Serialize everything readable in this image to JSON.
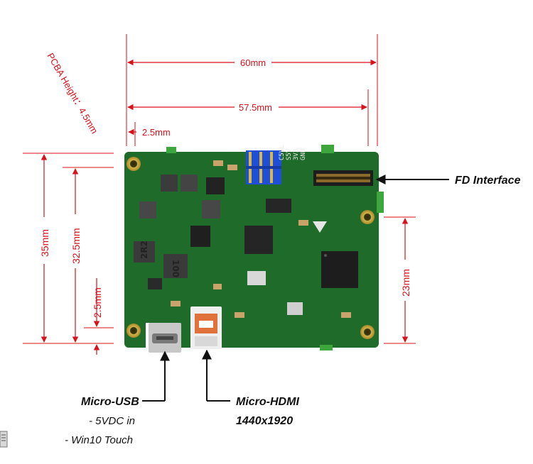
{
  "dimensions": {
    "pcba_height": "PCBA Height：4.5mm",
    "width_total": "60mm",
    "width_inner": "57.5mm",
    "edge_offset_top": "2.5mm",
    "height_total": "35mm",
    "height_inner": "32.5mm",
    "edge_offset_left": "2.5mm",
    "height_right": "23mm"
  },
  "callouts": {
    "fd_interface": "FD Interface",
    "micro_usb": {
      "title": "Micro-USB",
      "lines": [
        "- 5VDC in",
        "- Win10 Touch"
      ]
    },
    "micro_hdmi": {
      "title": "Micro-HDMI",
      "lines": [
        "1440x1920"
      ]
    }
  },
  "board": {
    "silkscreen": [
      "C5VL",
      "S5V",
      "3V3",
      "GND"
    ],
    "inductor_marks": [
      "2R2",
      "100"
    ]
  },
  "colors": {
    "dimension_red": "#d9111a",
    "pcb_green": "#1f6b2a",
    "pin_header_blue": "#1f4fd6"
  }
}
